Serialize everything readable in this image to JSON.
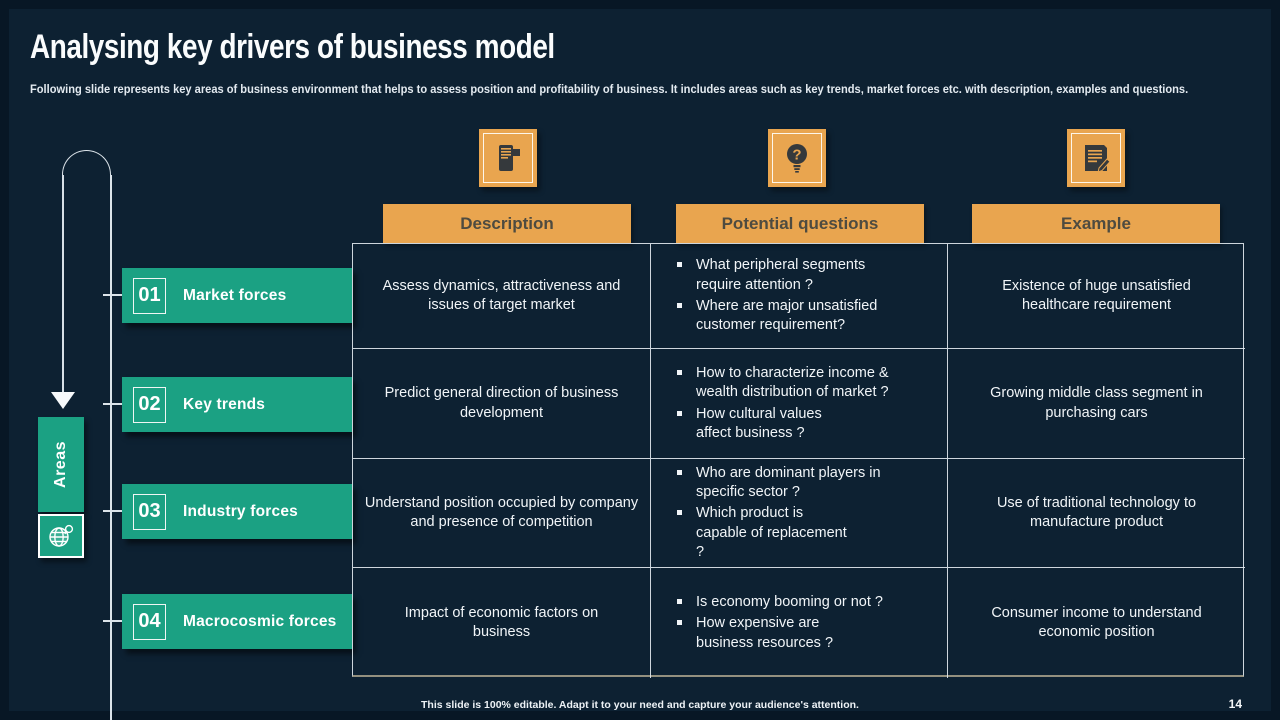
{
  "slide": {
    "title": "Analysing key drivers of business model",
    "subtitle": "Following slide represents key areas of business environment that helps to assess position and profitability of business. It includes areas such as key trends, market forces etc. with description, examples and questions.",
    "side_label": "Areas",
    "footer": "This slide is 100% editable.  Adapt it to your need and capture your audience's attention.",
    "page_number": "14"
  },
  "colors": {
    "background": "#0D2132",
    "green": "#1BA183",
    "orange": "#E9A54F",
    "header_text": "#4E4B40",
    "body_text": "#F1F5F8",
    "table_border": "#DEE6EC"
  },
  "icons": [
    {
      "name": "report-phone-icon"
    },
    {
      "name": "question-bulb-icon"
    },
    {
      "name": "notes-pencil-icon"
    },
    {
      "name": "globe-search-icon"
    },
    {
      "name": "down-arrow-icon"
    }
  ],
  "columns": [
    {
      "label": "Description"
    },
    {
      "label": "Potential questions"
    },
    {
      "label": "Example"
    }
  ],
  "rows": [
    {
      "number": "01",
      "label": "Market forces",
      "description": "Assess dynamics, attractiveness and issues of target market",
      "questions": [
        "What peripheral segments require attention ?",
        "Where are major unsatisfied customer requirement?"
      ],
      "example": "Existence of huge unsatisfied healthcare requirement"
    },
    {
      "number": "02",
      "label": "Key trends",
      "description": "Predict general direction of business development",
      "questions": [
        "How to characterize income & wealth distribution of market ?",
        "How cultural values affect business ?"
      ],
      "example": "Growing middle class segment in purchasing cars"
    },
    {
      "number": "03",
      "label": "Industry forces",
      "description": "Understand position occupied by company and presence of competition",
      "questions": [
        "Who are dominant players in specific sector ?",
        "Which product is capable of replacement ?"
      ],
      "example": "Use of traditional technology to manufacture product"
    },
    {
      "number": "04",
      "label": "Macrocosmic forces",
      "description": "Impact of economic factors on business",
      "questions": [
        "Is economy booming or not ?",
        "How expensive are business resources ?"
      ],
      "example": "Consumer income to understand economic position"
    }
  ]
}
